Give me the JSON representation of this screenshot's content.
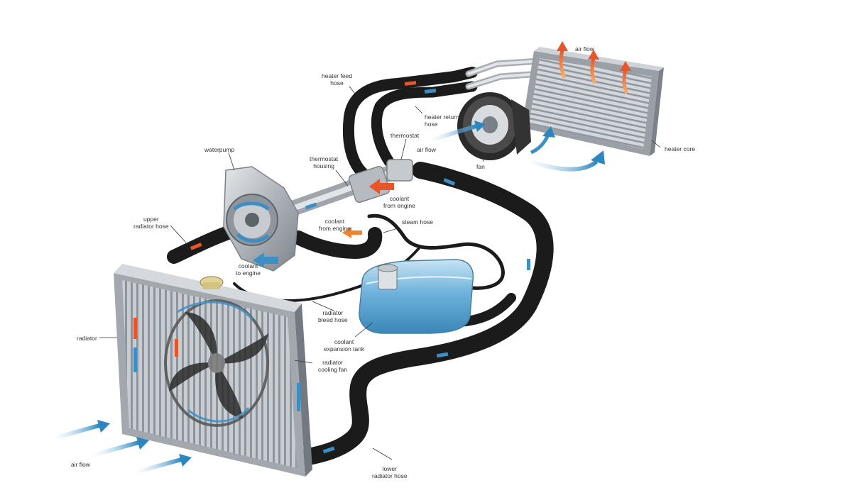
{
  "labels": {
    "heater_feed_hose": "heater feed\nhose",
    "air_flow_top": "air flow",
    "heater_return_hose": "heater return\nhose",
    "thermostat": "thermostat",
    "air_flow_fan": "air flow",
    "fan": "fan",
    "heater_core": "heater core",
    "waterpump": "waterpump",
    "thermostat_housing": "thermostat\nhousing",
    "coolant_from_engine_right": "coolant\nfrom engine",
    "coolant_from_engine_left": "coolant\nfrom engine",
    "steam_hose": "steam hose",
    "upper_radiator_hose": "upper\nradiator hose",
    "coolant_to_engine": "coolant\nto engine",
    "radiator": "radiator",
    "radiator_bleed_hose": "radiator\nbleed hose",
    "coolant_expansion_tank": "coolant\nexpansion tank",
    "radiator_cooling_fan": "radiator\ncooling fan",
    "air_flow_bottom": "air flow",
    "lower_radiator_hose": "lower\nradiator hose"
  },
  "colors": {
    "hose": "#1b1b1b",
    "metal": "#b9bec4",
    "coolant_cold": "#3b8fc4",
    "coolant_hot": "#e8552a",
    "tank": "#6fb3dd"
  }
}
